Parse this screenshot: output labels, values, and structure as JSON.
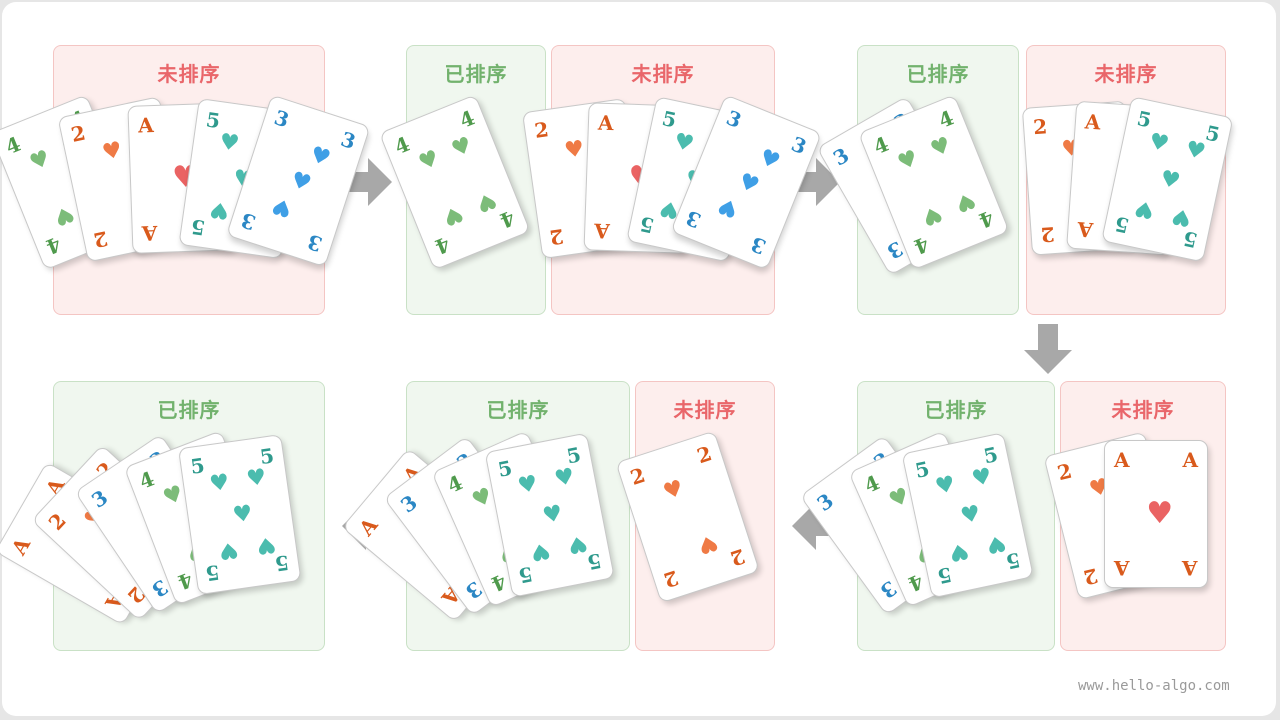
{
  "labels": {
    "unsorted": "未排序",
    "sorted": "已排序"
  },
  "watermark": "www.hello-algo.com",
  "colors": {
    "unsorted_bg": "#fdeeed",
    "sorted_bg": "#f0f7ef",
    "unsorted_text": "#e9666a",
    "sorted_text": "#72b26d",
    "arrow": "#a8a8a8",
    "rank_A": "#d95a1c",
    "rank_2": "#d95a1c",
    "rank_3": "#2b87c4",
    "rank_4": "#4f9a4c",
    "rank_5": "#2f9a8d",
    "heart_A": "#ea6363",
    "heart_2": "#ef7a45",
    "heart_3": "#3f9fe6",
    "heart_4": "#7cbc79",
    "heart_5": "#4bbcae"
  },
  "suit_icon": "heart-icon",
  "steps": [
    {
      "step": 1,
      "sorted": [],
      "unsorted": [
        "4",
        "2",
        "A",
        "5",
        "3"
      ]
    },
    {
      "step": 2,
      "sorted": [
        "4"
      ],
      "unsorted": [
        "2",
        "A",
        "5",
        "3"
      ]
    },
    {
      "step": 3,
      "sorted": [
        "3",
        "4"
      ],
      "unsorted": [
        "2",
        "A",
        "5"
      ]
    },
    {
      "step": 4,
      "sorted": [
        "3",
        "4",
        "5"
      ],
      "unsorted": [
        "2",
        "A"
      ]
    },
    {
      "step": 5,
      "sorted": [
        "A",
        "3",
        "4",
        "5"
      ],
      "unsorted": [
        "2"
      ]
    },
    {
      "step": 6,
      "sorted": [
        "A",
        "2",
        "3",
        "4",
        "5"
      ],
      "unsorted": []
    }
  ]
}
